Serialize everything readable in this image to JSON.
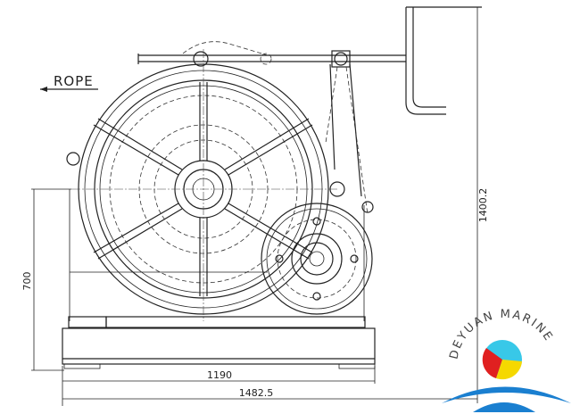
{
  "drawing": {
    "rope_label": "ROPE",
    "dimensions": {
      "total_height": "1400.2",
      "drum_center_height": "700",
      "base_length": "1190",
      "overall_length": "1482.5"
    }
  },
  "logo": {
    "text": "DEYUAN MARINE",
    "colors": {
      "red": "#e02020",
      "cyan": "#38c8e8",
      "yellow": "#f5d800",
      "blue": "#1a7fd0"
    }
  }
}
